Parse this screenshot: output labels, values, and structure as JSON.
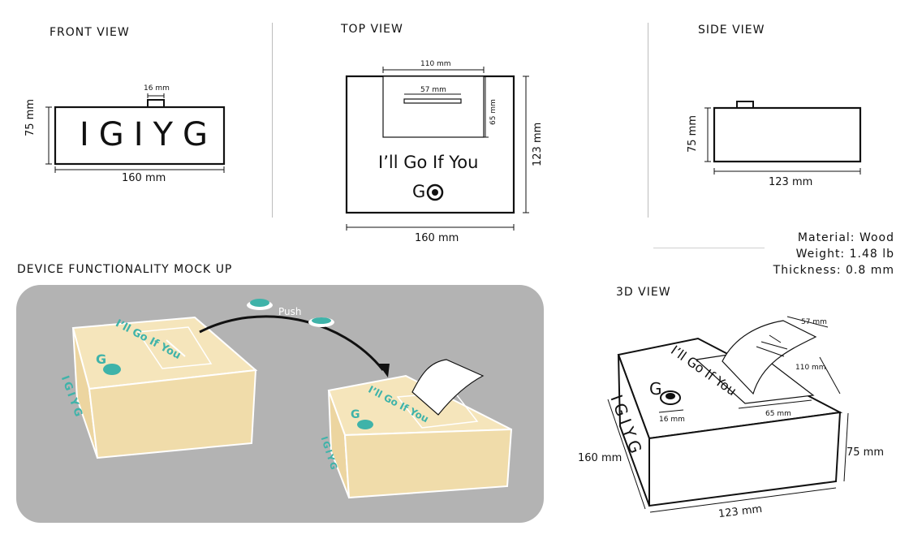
{
  "front_view": {
    "title": "FRONT VIEW",
    "brand": "IGIYG",
    "button_width": "16 mm",
    "height": "75 mm",
    "width": "160 mm"
  },
  "top_view": {
    "title": "TOP VIEW",
    "slot_width": "110 mm",
    "slit_width": "57 mm",
    "slot_depth": "65 mm",
    "depth": "123 mm",
    "width": "160 mm",
    "slogan": "I’ll Go If You",
    "go_text": "G"
  },
  "side_view": {
    "title": "SIDE VIEW",
    "height": "75 mm",
    "length": "123 mm"
  },
  "specs": {
    "material": "Material: Wood",
    "weight": "Weight: 1.48 lb",
    "thickness": "Thickness: 0.8 mm"
  },
  "mockup": {
    "title": "DEVICE FUNCTIONALITY MOCK UP",
    "push_label": "Push",
    "box_slogan": "I’ll Go If You",
    "box_brand": "IGIYG",
    "box_go": "G"
  },
  "view_3d": {
    "title": "3D VIEW",
    "slit_width": "57 mm",
    "slot_width": "110 mm",
    "slot_depth": "65 mm",
    "button_width": "16 mm",
    "width": "160 mm",
    "height": "75 mm",
    "length": "123 mm",
    "slogan": "I’ll Go If You",
    "brand": "IGIYG",
    "go_text": "G"
  },
  "colors": {
    "teal": "#3fb3a9",
    "wood": "#f2dfb0",
    "mockup_bg": "#b3b3b3"
  }
}
